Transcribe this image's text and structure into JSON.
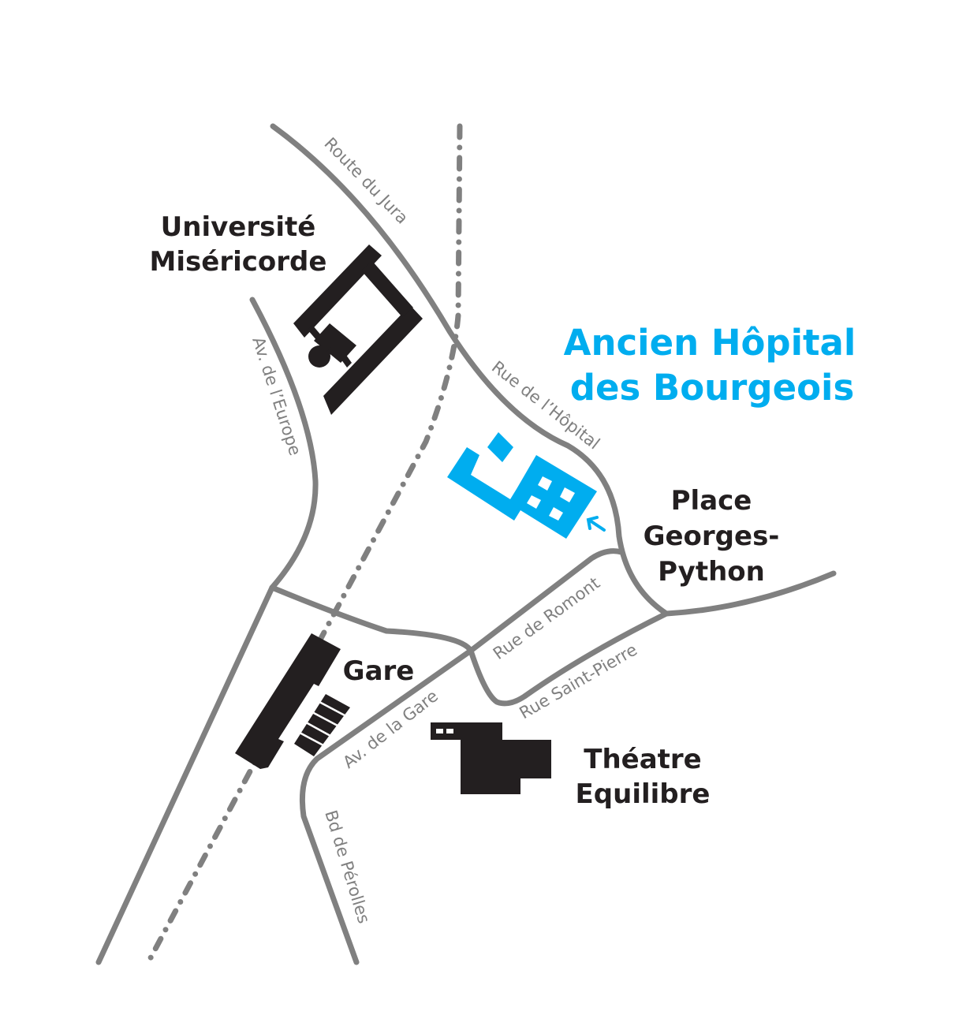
{
  "colors": {
    "road": "#808080",
    "building": "#231f20",
    "highlight": "#00adef"
  },
  "highlight": {
    "line1": "Ancien Hôpital",
    "line2": "des Bourgeois"
  },
  "places": {
    "universite": [
      "Université",
      "Miséricorde"
    ],
    "place_georges_python": [
      "Place",
      "Georges-",
      "Python"
    ],
    "gare": "Gare",
    "theatre": [
      "Théatre",
      "Equilibre"
    ]
  },
  "streets": {
    "route_du_jura": "Route du Jura",
    "rue_hopital": "Rue de l’Hôpital",
    "av_europe": "Av. de l’Europe",
    "rue_romont": "Rue de Romont",
    "rue_saint_pierre": "Rue Saint-Pierre",
    "av_gare": "Av. de la Gare",
    "bd_perolles": "Bd de Pérolles"
  }
}
